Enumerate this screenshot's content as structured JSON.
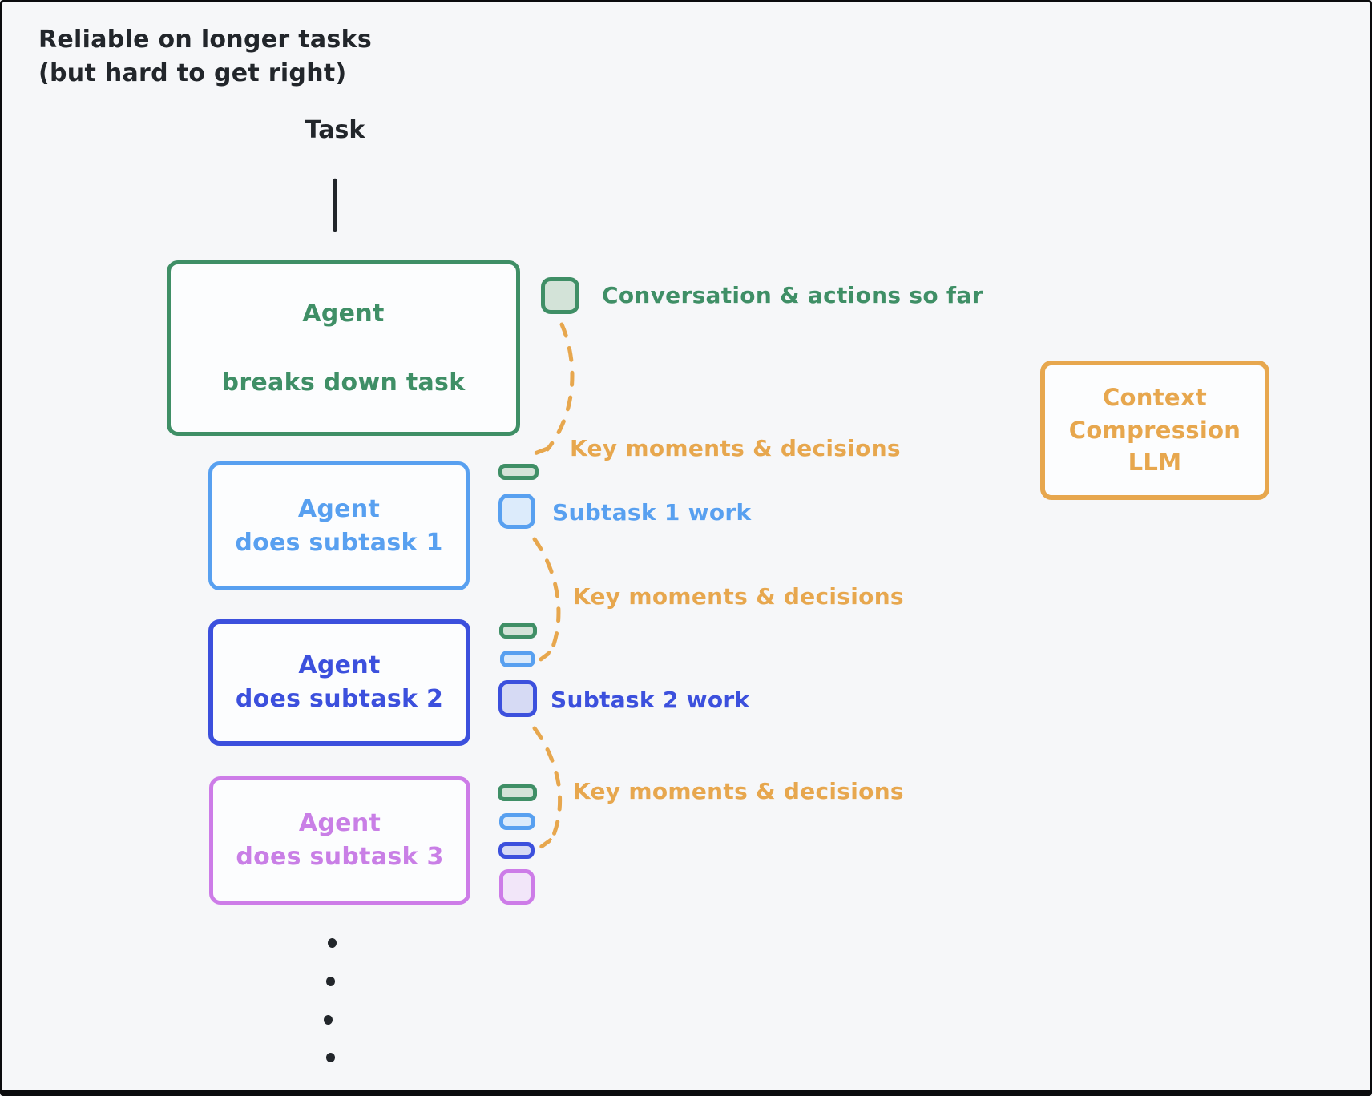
{
  "header": {
    "title_line1": "Reliable on longer tasks",
    "title_line2": "(but hard to get right)"
  },
  "flow": {
    "task_label": "Task",
    "planner": {
      "line1": "Agent",
      "line2": "breaks down task"
    },
    "conversation_label": "Conversation & actions so far",
    "key_moments_label_1": "Key moments & decisions",
    "key_moments_label_2": "Key moments & decisions",
    "key_moments_label_3": "Key moments & decisions",
    "subtasks": [
      {
        "line1": "Agent",
        "line2": "does subtask 1",
        "work_label": "Subtask 1 work"
      },
      {
        "line1": "Agent",
        "line2": "does subtask 2",
        "work_label": "Subtask 2 work"
      },
      {
        "line1": "Agent",
        "line2": "does subtask 3"
      }
    ]
  },
  "compressor": {
    "line1": "Context",
    "line2": "Compression",
    "line3": "LLM"
  },
  "colors": {
    "bg": "#f6f7f9",
    "box-bg": "#fcfdfe",
    "ink": "#22262b",
    "green": "#3f8f66",
    "green-fill": "#d3e3d8",
    "blue": "#58a0f0",
    "blue-fill": "#dcebfb",
    "indigo": "#3c50dd",
    "indigo-fill": "#d6daf4",
    "purple": "#cd7ce8",
    "purple-text": "#c97fe6",
    "purple-fill": "#f2e6f9",
    "orange": "#e7a74e"
  }
}
